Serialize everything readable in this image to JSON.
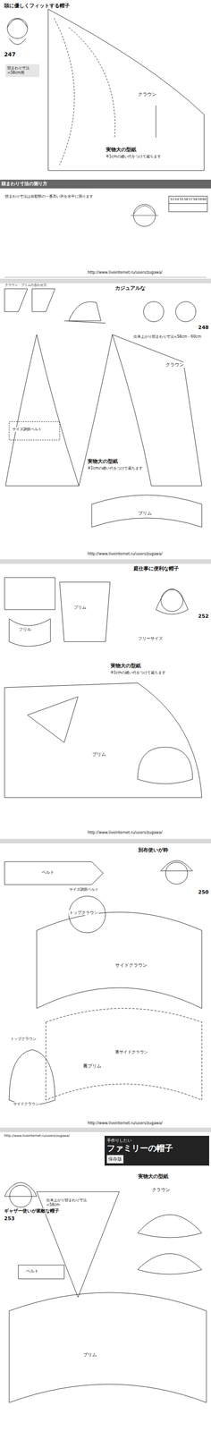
{
  "diagram": {
    "nodes": [
      {
        "text": [
          "手作りしたい",
          "ファミリーの帽子"
        ]
      },
      {
        "text": [
          "保存版"
        ],
        "in": 0
      },
      {
        "text": [
          "頭まわり寸法の測り方"
        ]
      },
      {
        "text": [
          "頭まわり寸法 =58cm用"
        ]
      }
    ],
    "labels": [
      "頭に優しくフィットする帽子",
      "247",
      "クラウン",
      "実物大の型紙",
      "※1cmの縫い代をつけて裁ちます",
      "頭まわり寸法は前額部の一番高い所を水平に測ります",
      "53",
      "54",
      "55",
      "56",
      "57",
      "58",
      "59",
      "60",
      "http://www.liveinternet.ru/users/zugawa/",
      "クラウン・ブリムの合わせ方",
      "カジュアルな",
      "248",
      "出来上がり頭まわり寸法=58cm・60cm",
      "サイズ調節ベルト",
      "クラウン",
      "実物大の型紙",
      "※1cmの縫い代をつけて裁ちます",
      "ブリム",
      "http://www.liveinternet.ru/users/zugawa/",
      "庭仕事に便利な帽子",
      "252",
      "フリーサイズ",
      "フリル",
      "ブリム",
      "実物大の型紙",
      "※1cmの縫い代をつけて裁ちます",
      "ブリム",
      "http://www.liveinternet.ru/users/zugawa/",
      "別布使いが粋",
      "250",
      "ベルト",
      "トップクラウン",
      "サイズ調節ベルト",
      "サイドクラウン",
      "裏サイドクラウン",
      "裏ブリム",
      "トップクラウン",
      "サイドクラウン",
      "http://www.liveinternet.ru/users/zugawa/",
      "ギャザー使いが素敵な帽子",
      "253",
      "出来上がり頭まわり寸法=58cm",
      "実物大の型紙",
      "クラウン",
      "ブリム",
      "ベルト",
      "http://www.liveinternet.ru/users/zugawa/"
    ]
  }
}
